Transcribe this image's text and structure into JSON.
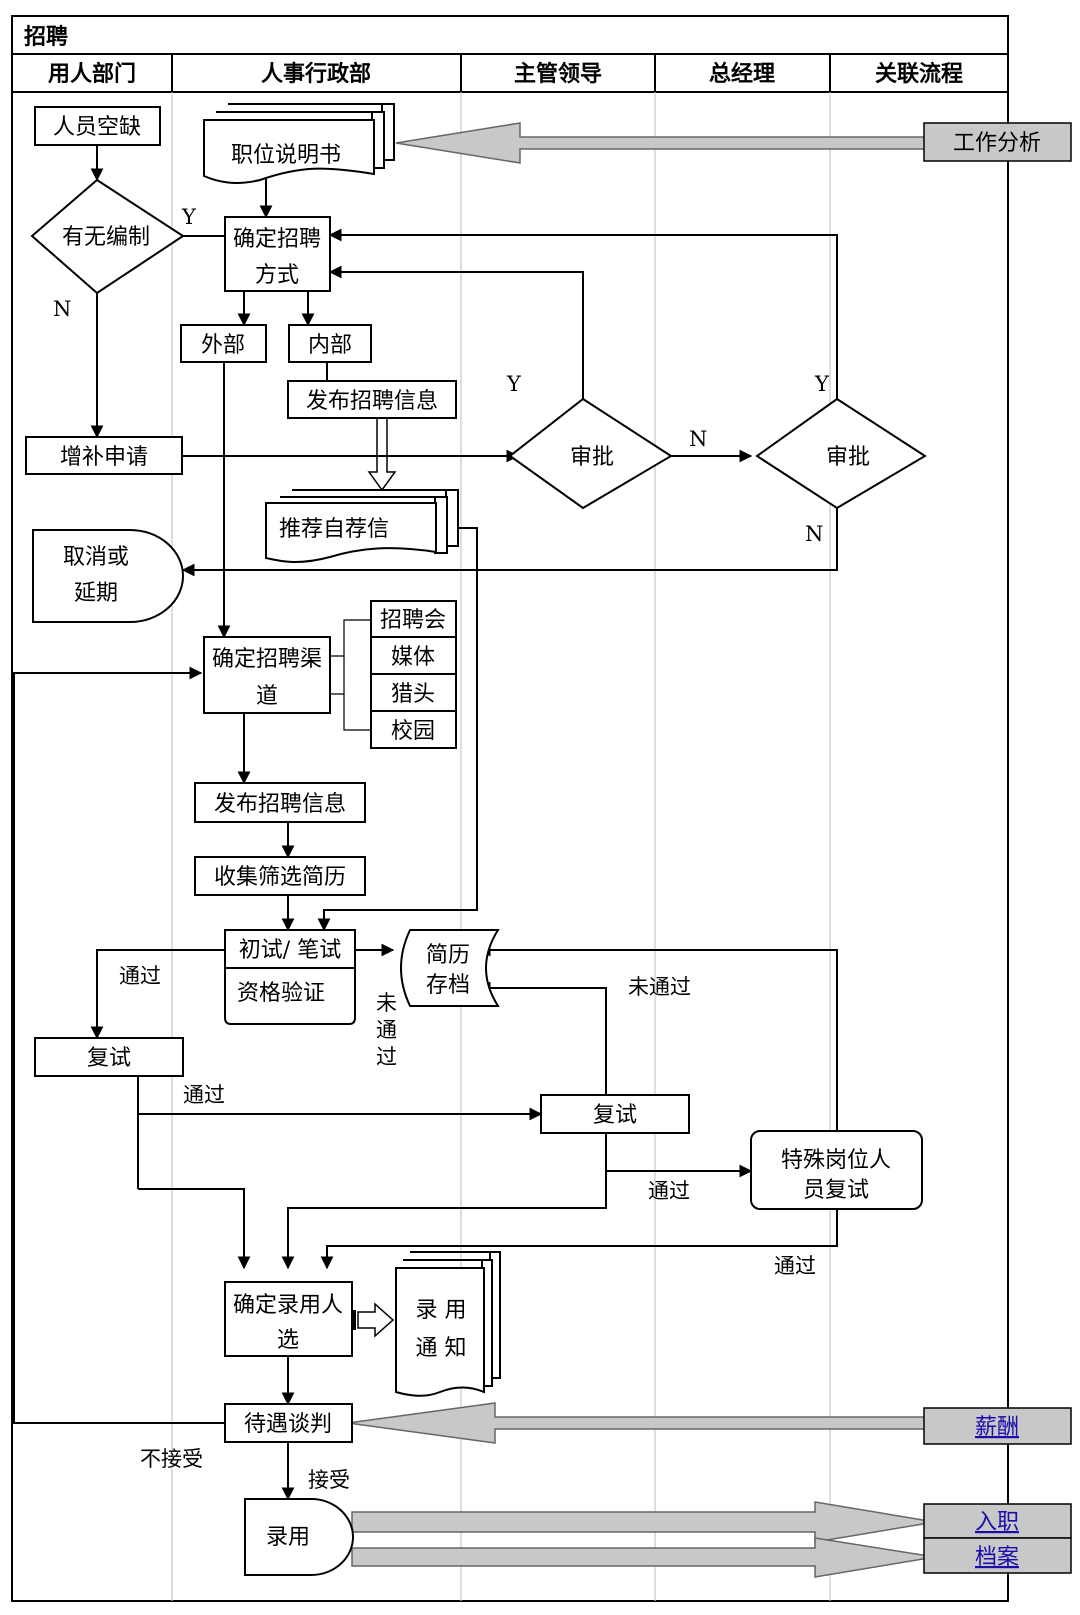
{
  "title": "招聘",
  "lanes": [
    "用人部门",
    "人事行政部",
    "主管领导",
    "总经理",
    "关联流程"
  ],
  "nodes": {
    "vacancy": "人员空缺",
    "establishment": "有无编制",
    "job_description": "职位说明书",
    "method": [
      "确定招聘",
      "方式"
    ],
    "external": "外部",
    "internal": "内部",
    "publish_internal": "发布招聘信息",
    "supplement": "增补申请",
    "approve_supervisor": "审批",
    "approve_gm": "审批",
    "recommend_letter": "推荐自荐信",
    "cancel": [
      "取消或",
      "延期"
    ],
    "channel": [
      "确定招聘渠",
      "道"
    ],
    "channels": [
      "招聘会",
      "媒体",
      "猎头",
      "校园"
    ],
    "publish": "发布招聘信息",
    "collect": "收集筛选简历",
    "first_test": "初试/ 笔试",
    "qualification": "资格验证",
    "resume_archive": [
      "简历",
      "存档"
    ],
    "retest_dept": "复试",
    "retest_supervisor": "复试",
    "special_retest": [
      "特殊岗位人",
      "员复试"
    ],
    "decide_hire": [
      "确定录用人",
      "选"
    ],
    "notice": [
      "录  用",
      "通  知"
    ],
    "negotiate": "待遇谈判",
    "hire": "录用"
  },
  "labels": {
    "yes": "Y",
    "no": "N",
    "pass": "通过",
    "fail": "未通过",
    "fail_vertical": [
      "未",
      "通",
      "过"
    ],
    "reject": "不接受",
    "accept": "接受"
  },
  "related": {
    "job_analysis": "工作分析",
    "salary": "薪酬",
    "onboarding": "入职",
    "archive": "档案"
  }
}
